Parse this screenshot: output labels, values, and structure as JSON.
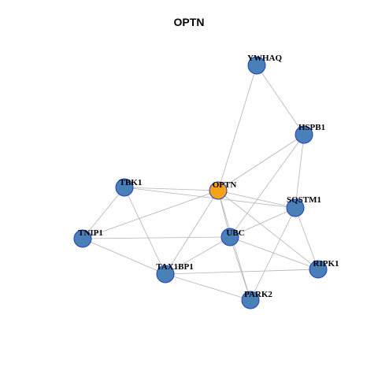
{
  "title": "OPTN",
  "colors": {
    "center": "#f5a216",
    "node": "#4a80b8",
    "node_border": "#1f3fbf",
    "edge": "#b3b3b3"
  },
  "nodes": [
    {
      "id": "YWHAQ",
      "label": "YWHAQ",
      "center": false
    },
    {
      "id": "HSPB1",
      "label": "HSPB1",
      "center": false
    },
    {
      "id": "TBK1",
      "label": "TBK1",
      "center": false
    },
    {
      "id": "OPTN",
      "label": "OPTN",
      "center": true
    },
    {
      "id": "SQSTM1",
      "label": "SQSTM1",
      "center": false
    },
    {
      "id": "TNIP1",
      "label": "TNIP1",
      "center": false
    },
    {
      "id": "UBC",
      "label": "UBC",
      "center": false
    },
    {
      "id": "RIPK1",
      "label": "RIPK1",
      "center": false
    },
    {
      "id": "TAX1BP1",
      "label": "TAX1BP1",
      "center": false
    },
    {
      "id": "PARK2",
      "label": "PARK2",
      "center": false
    }
  ],
  "edges": [
    [
      "YWHAQ",
      "OPTN"
    ],
    [
      "YWHAQ",
      "HSPB1"
    ],
    [
      "HSPB1",
      "OPTN"
    ],
    [
      "HSPB1",
      "UBC"
    ],
    [
      "HSPB1",
      "SQSTM1"
    ],
    [
      "TBK1",
      "OPTN"
    ],
    [
      "TBK1",
      "SQSTM1"
    ],
    [
      "TBK1",
      "TNIP1"
    ],
    [
      "TBK1",
      "TAX1BP1"
    ],
    [
      "OPTN",
      "SQSTM1"
    ],
    [
      "OPTN",
      "TNIP1"
    ],
    [
      "OPTN",
      "UBC"
    ],
    [
      "OPTN",
      "TAX1BP1"
    ],
    [
      "OPTN",
      "PARK2"
    ],
    [
      "OPTN",
      "RIPK1"
    ],
    [
      "SQSTM1",
      "UBC"
    ],
    [
      "SQSTM1",
      "RIPK1"
    ],
    [
      "SQSTM1",
      "PARK2"
    ],
    [
      "TNIP1",
      "UBC"
    ],
    [
      "TNIP1",
      "TAX1BP1"
    ],
    [
      "UBC",
      "TAX1BP1"
    ],
    [
      "UBC",
      "RIPK1"
    ],
    [
      "UBC",
      "PARK2"
    ],
    [
      "TAX1BP1",
      "RIPK1"
    ],
    [
      "TAX1BP1",
      "PARK2"
    ]
  ]
}
